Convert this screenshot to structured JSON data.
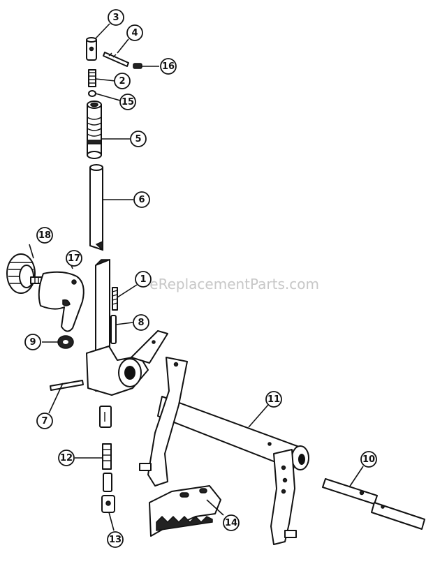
{
  "watermark": "eReplacementParts.com",
  "callouts": [
    {
      "id": "p3",
      "label": "3"
    },
    {
      "id": "p4",
      "label": "4"
    },
    {
      "id": "p16",
      "label": "16"
    },
    {
      "id": "p2",
      "label": "2"
    },
    {
      "id": "p15",
      "label": "15"
    },
    {
      "id": "p5",
      "label": "5"
    },
    {
      "id": "p6",
      "label": "6"
    },
    {
      "id": "p18",
      "label": "18"
    },
    {
      "id": "p17",
      "label": "17"
    },
    {
      "id": "p1",
      "label": "1"
    },
    {
      "id": "p8",
      "label": "8"
    },
    {
      "id": "p9",
      "label": "9"
    },
    {
      "id": "p7",
      "label": "7"
    },
    {
      "id": "p11",
      "label": "11"
    },
    {
      "id": "p12",
      "label": "12"
    },
    {
      "id": "p10",
      "label": "10"
    },
    {
      "id": "p14",
      "label": "14"
    },
    {
      "id": "p13",
      "label": "13"
    }
  ]
}
